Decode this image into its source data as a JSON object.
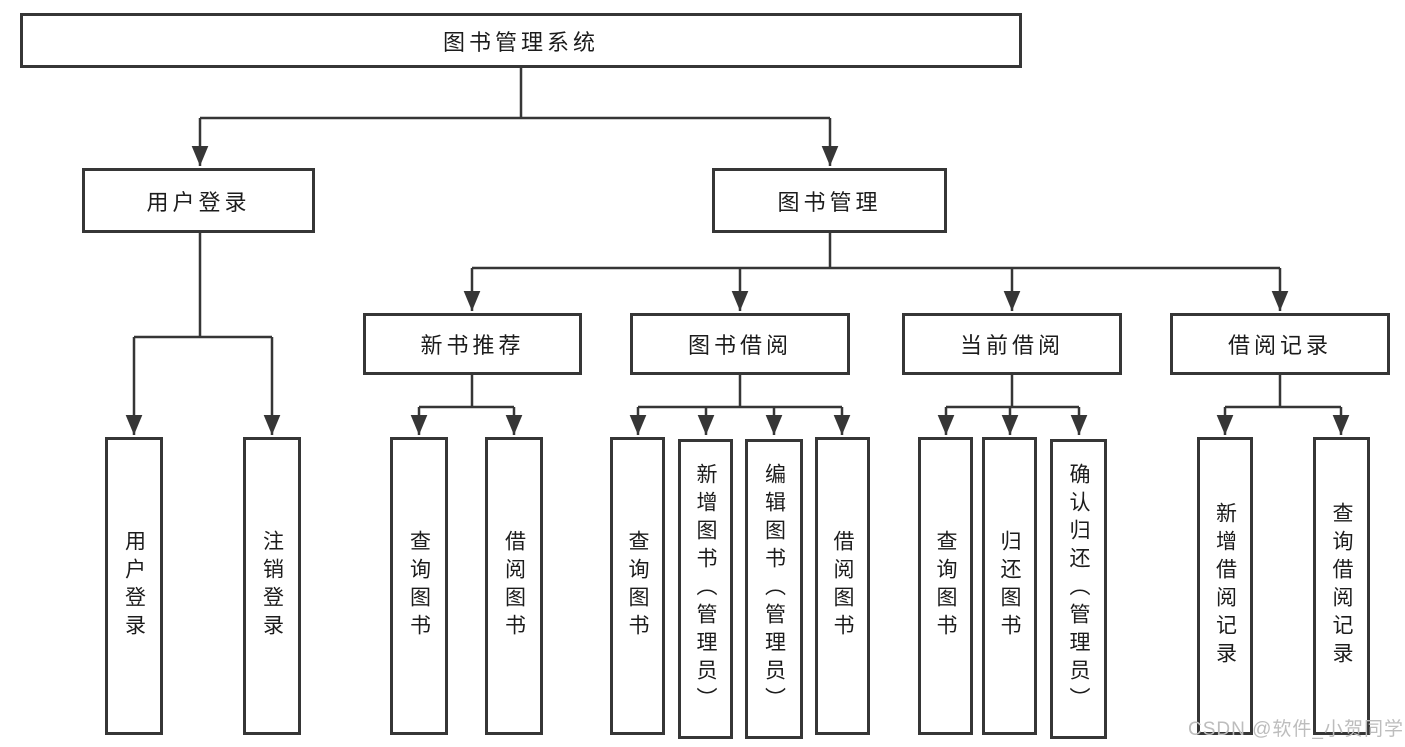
{
  "nodes": {
    "root": {
      "label": "图书管理系统"
    },
    "user_login_branch": {
      "label": "用户登录"
    },
    "book_mgmt": {
      "label": "图书管理"
    },
    "new_book_rec": {
      "label": "新书推荐"
    },
    "book_borrow": {
      "label": "图书借阅"
    },
    "current_borrow": {
      "label": "当前借阅"
    },
    "borrow_records": {
      "label": "借阅记录"
    },
    "leaf_user_login": {
      "label": "用户登录"
    },
    "leaf_logout": {
      "label": "注销登录"
    },
    "leaf_query_book_1": {
      "label": "查询图书"
    },
    "leaf_borrow_book_1": {
      "label": "借阅图书"
    },
    "leaf_query_book_2": {
      "label": "查询图书"
    },
    "leaf_add_book": {
      "label": "新增图书（管理员）"
    },
    "leaf_edit_book": {
      "label": "编辑图书（管理员）"
    },
    "leaf_borrow_book_2": {
      "label": "借阅图书"
    },
    "leaf_query_book_3": {
      "label": "查询图书"
    },
    "leaf_return_book": {
      "label": "归还图书"
    },
    "leaf_confirm_return": {
      "label": "确认归还（管理员）"
    },
    "leaf_add_borrow_record": {
      "label": "新增借阅记录"
    },
    "leaf_query_borrow_record": {
      "label": "查询借阅记录"
    }
  },
  "edges": [
    {
      "from": "root",
      "to": [
        "user_login_branch",
        "book_mgmt"
      ]
    },
    {
      "from": "user_login_branch",
      "to": [
        "leaf_user_login",
        "leaf_logout"
      ]
    },
    {
      "from": "book_mgmt",
      "to": [
        "new_book_rec",
        "book_borrow",
        "current_borrow",
        "borrow_records"
      ]
    },
    {
      "from": "new_book_rec",
      "to": [
        "leaf_query_book_1",
        "leaf_borrow_book_1"
      ]
    },
    {
      "from": "book_borrow",
      "to": [
        "leaf_query_book_2",
        "leaf_add_book",
        "leaf_edit_book",
        "leaf_borrow_book_2"
      ]
    },
    {
      "from": "current_borrow",
      "to": [
        "leaf_query_book_3",
        "leaf_return_book",
        "leaf_confirm_return"
      ]
    },
    {
      "from": "borrow_records",
      "to": [
        "leaf_add_borrow_record",
        "leaf_query_borrow_record"
      ]
    }
  ],
  "watermark": {
    "text": "CSDN @软件_小贺同学",
    "color": "#bdbdbd"
  },
  "colors": {
    "line": "#363636",
    "text": "#1c1c1c",
    "background": "#ffffff"
  }
}
